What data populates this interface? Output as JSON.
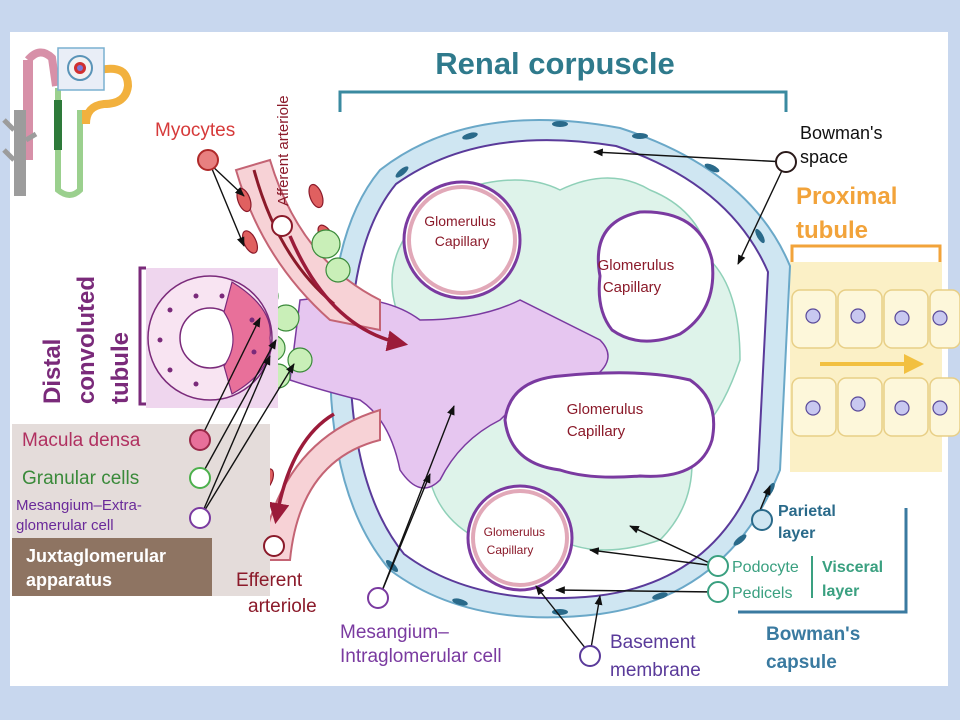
{
  "title": "Renal corpuscle",
  "labels": {
    "bowmans_space": [
      "Bowman's",
      "space"
    ],
    "proximal_tubule": [
      "Proximal",
      "tubule"
    ],
    "myocytes": "Myocytes",
    "afferent_arteriole": "Afferent arteriole",
    "distal_convoluted_tubule": [
      "Distal",
      "convoluted",
      "tubule"
    ],
    "macula_densa": "Macula densa",
    "granular_cells": "Granular cells",
    "mesangium_extra": [
      "Mesangium–Extra-",
      "glomerular cell"
    ],
    "juxtaglomerular_apparatus": [
      "Juxtaglomerular",
      "apparatus"
    ],
    "efferent_arteriole": [
      "Efferent",
      "arteriole"
    ],
    "mesangium_intra": [
      "Mesangium–",
      "Intraglomerular cell"
    ],
    "basement_membrane": [
      "Basement",
      "membrane"
    ],
    "parietal_layer": [
      "Parietal",
      "layer"
    ],
    "podocyte": "Podocyte",
    "pedicels": "Pedicels",
    "visceral_layer": [
      "Visceral",
      "layer"
    ],
    "bowmans_capsule": [
      "Bowman's",
      "capsule"
    ],
    "glomerulus_capillary": [
      "Glomerulus",
      "Capillary"
    ]
  },
  "colors": {
    "background": "#c8d7ee",
    "title": "#2f7a8c",
    "proximal": "#f2a33a",
    "myocyte": "#d63a3a",
    "dark_red": "#8b1a2a",
    "distal": "#7a2a7a",
    "macula": "#e06080",
    "granular": "#5cb85c",
    "mesangium": "#7a3aa0",
    "bowman": "#2a6a8a",
    "visceral": "#3aa080",
    "capillary_text": "#8b1a2a"
  }
}
